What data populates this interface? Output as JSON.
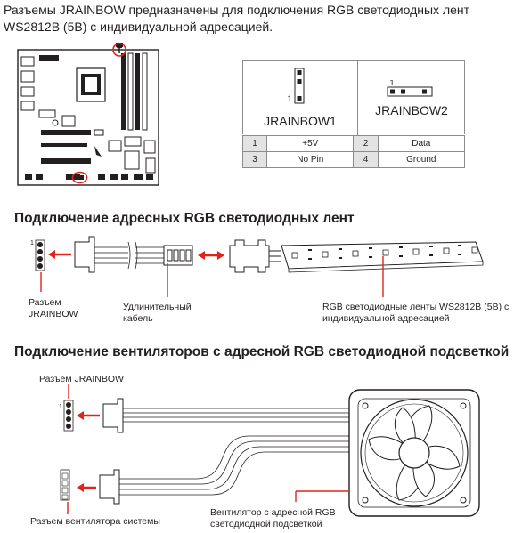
{
  "intro": {
    "line1": "Разъемы JRAINBOW предназначены для подключения RGB светодиодных лент",
    "line2": "WS2812B (5В) с индивидуальной адресацией."
  },
  "connectors": {
    "jrainbow1": {
      "label": "JRAINBOW1",
      "pin_one": "1"
    },
    "jrainbow2": {
      "label": "JRAINBOW2",
      "pin_one": "1"
    }
  },
  "pin_table": {
    "rows": [
      {
        "pin_a": "1",
        "signal_a": "+5V",
        "pin_b": "2",
        "signal_b": "Data"
      },
      {
        "pin_a": "3",
        "signal_a": "No Pin",
        "pin_b": "4",
        "signal_b": "Ground"
      }
    ]
  },
  "board_marker": "T",
  "section_strip": {
    "title": "Подключение адресных RGB светодиодных лент",
    "pin_one": "1",
    "caption_header_line1": "Разъем",
    "caption_header_line2": "JRAINBOW",
    "caption_cable_line1": "Удлинительный",
    "caption_cable_line2": "кабель",
    "caption_strip_line1": "RGB светодиодные ленты WS2812B (5В) с",
    "caption_strip_line2": "индивидуальной адресацией"
  },
  "section_fan": {
    "title": "Подключение вентиляторов с адресной RGB светодиодной подсветкой",
    "pin_one": "1",
    "caption_header": "Разъем JRAINBOW",
    "caption_fan_header": "Разъем вентилятора системы",
    "caption_fan_line1": "Вентилятор с адресной RGB",
    "caption_fan_line2": "светодиодной подсветкой"
  },
  "colors": {
    "accent_red": "#e2231a",
    "line_gray": "#8c8c8c",
    "cell_gray": "#e3e3e3",
    "text": "#231f20"
  }
}
